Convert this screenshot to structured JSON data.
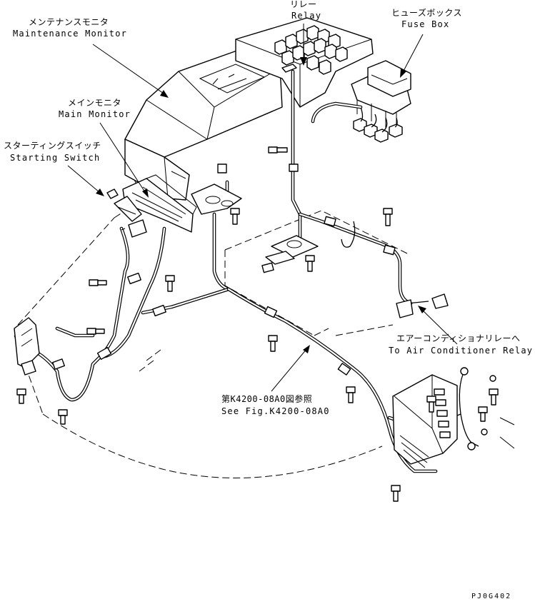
{
  "labels": {
    "maintenance_monitor": {
      "jp": "メンテナンスモニタ",
      "en": "Maintenance Monitor"
    },
    "main_monitor": {
      "jp": "メインモニタ",
      "en": "Main Monitor"
    },
    "starting_switch": {
      "jp": "スターティングスイッチ",
      "en": "Starting Switch"
    },
    "relay": {
      "jp": "リレー",
      "en": "Relay"
    },
    "fuse_box": {
      "jp": "ヒューズボックス",
      "en": "Fuse Box"
    },
    "air_conditioner_relay": {
      "jp": "エアーコンディショナリレーへ",
      "en": "To Air Conditioner Relay"
    },
    "see_figure": {
      "jp": "第K4200-08A0図参照",
      "en": "See Fig.K4200-08A0"
    }
  },
  "drawing_code": "PJ0G402"
}
